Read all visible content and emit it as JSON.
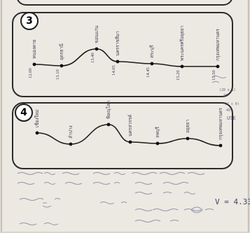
{
  "panels": [
    {
      "number": "3",
      "stations": [
        {
          "name": "หนองคาย",
          "time": "12.00"
        },
        {
          "name": "อุดรธานี",
          "time": "13.10"
        },
        {
          "name": "ขอนแก่น",
          "time": "13.40"
        },
        {
          "name": "นครราชสีมา",
          "time": "14.05"
        },
        {
          "name": "สระบุรี",
          "time": "14.45"
        },
        {
          "name": "พระนครศรีอยุธยา",
          "time": "15.20"
        },
        {
          "name": "กรุงเทพมหานคร",
          "time": "15.50"
        }
      ]
    },
    {
      "number": "4",
      "stations": [
        {
          "name": "เชียงใหม่"
        },
        {
          "name": "ลำปาง"
        },
        {
          "name": "พิษณุโลก"
        },
        {
          "name": "นครสวรรค์"
        },
        {
          "name": "ลพบุรี"
        },
        {
          "name": "อยุธยา"
        },
        {
          "name": "กรุงเทพมหานคร"
        }
      ]
    }
  ],
  "notes": {
    "bottom_right": "V = 4.33",
    "side_right": [
      "(20 x 1)",
      "10",
      "(2 x 0)",
      "40"
    ],
    "side_right_label": "USE"
  }
}
